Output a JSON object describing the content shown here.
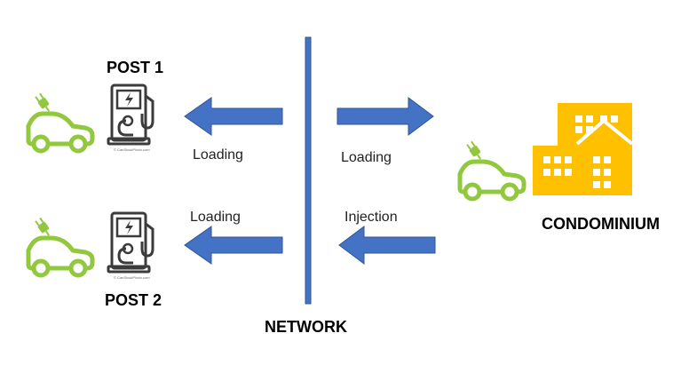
{
  "posts": [
    {
      "title": "POST 1",
      "watermark": "© CanStockPhoto.com"
    },
    {
      "title": "POST 2",
      "watermark": "© CanStockPhoto.com"
    }
  ],
  "network": {
    "title": "NETWORK"
  },
  "condominium": {
    "title": "CONDOMINIUM"
  },
  "flows": {
    "post1_loading": "Loading",
    "condo_loading": "Loading",
    "post2_loading": "Loading",
    "condo_injection": "Injection"
  },
  "colors": {
    "arrow": "#4472c4",
    "arrow_stroke": "#2f5597",
    "car": "#92c83e",
    "building": "#ffc000",
    "charger": "#3b3b3b"
  }
}
